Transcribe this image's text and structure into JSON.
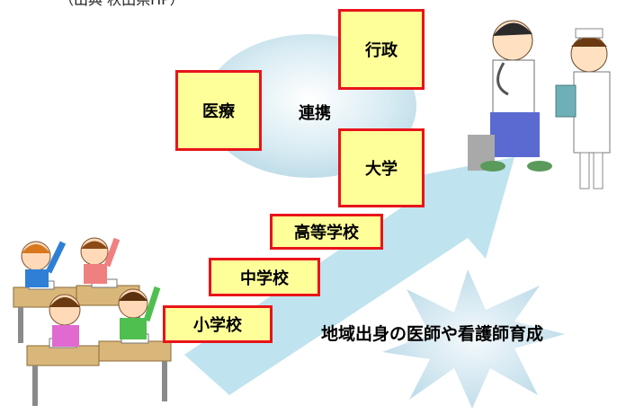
{
  "source_text": "（出典 秋田県HP）",
  "boxes": {
    "gyosei": "行政",
    "iryo": "医療",
    "daigaku": "大学",
    "koto_gakko": "高等学校",
    "chu_gakko": "中学校",
    "sho_gakko": "小学校"
  },
  "renkei": "連携",
  "burst_text": "地域出身の医師や看護師育成",
  "colors": {
    "box_fill": "#ffff99",
    "box_border": "#e8141a",
    "arrow": "#bfe3ef",
    "cloud": "#cfe6ef"
  }
}
